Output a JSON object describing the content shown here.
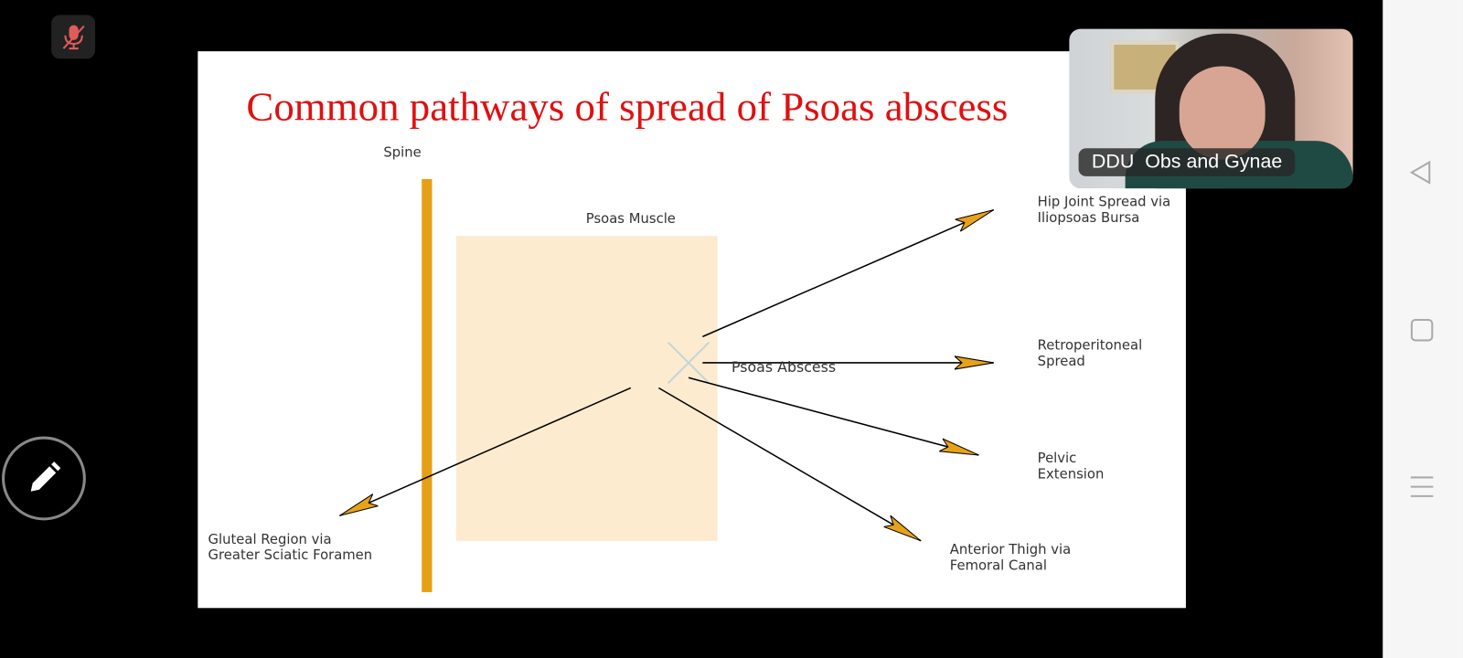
{
  "slide": {
    "title": "Common pathways of spread of Psoas abscess",
    "labels": {
      "spine": "Spine",
      "psoas_muscle": "Psoas Muscle",
      "psoas_abscess": "Psoas Abscess",
      "hip": "Hip Joint Spread via\nIliopsoas Bursa",
      "retro": "Retroperitoneal\nSpread",
      "pelvic": "Pelvic\nExtension",
      "thigh": "Anterior Thigh via\nFemoral Canal",
      "gluteal": "Gluteal Region via\nGreater Sciatic Foramen"
    },
    "colors": {
      "spine": "#e6a016",
      "muscle": "#fdebd0",
      "arrowhead": "#e8a21a",
      "title": "#e01010"
    }
  },
  "video": {
    "participant_name": "DDU  Obs and Gynae"
  },
  "controls": {
    "mic": "mic-muted-icon",
    "annotate": "pencil-icon"
  },
  "navigation": {
    "back": "back-icon",
    "home": "home-icon",
    "recents": "recents-icon"
  }
}
